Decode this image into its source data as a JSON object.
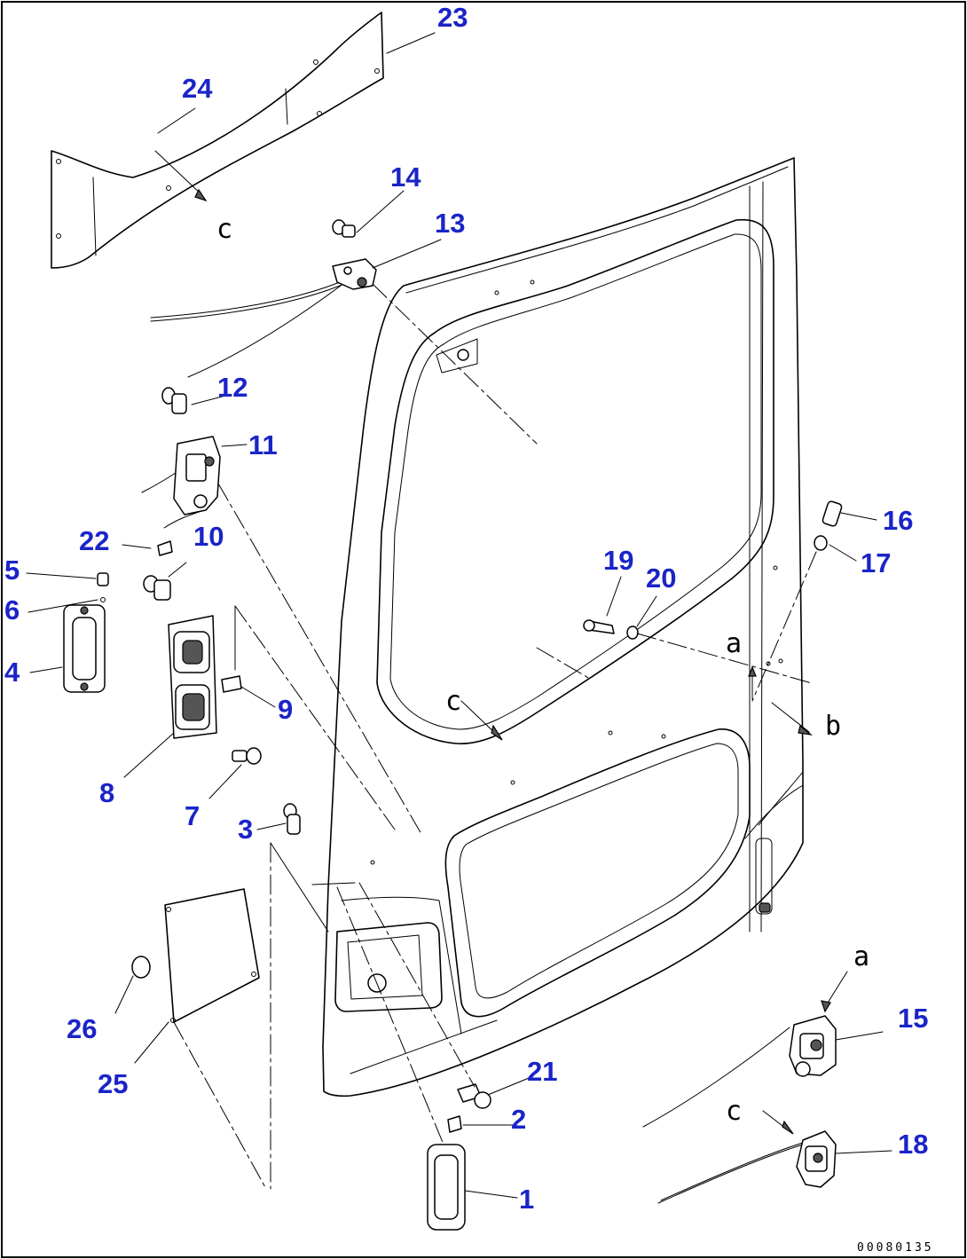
{
  "drawing": {
    "part_numbers": [
      "1",
      "2",
      "3",
      "4",
      "5",
      "6",
      "7",
      "8",
      "9",
      "10",
      "11",
      "12",
      "13",
      "14",
      "15",
      "16",
      "17",
      "18",
      "19",
      "20",
      "21",
      "22",
      "23",
      "24",
      "25",
      "26"
    ],
    "ref_letters": [
      "c",
      "a",
      "c",
      "b",
      "a",
      "c"
    ],
    "drawing_code": "00080135"
  },
  "colors": {
    "callout": "#1a24c8",
    "line": "#000000",
    "background": "#ffffff"
  }
}
